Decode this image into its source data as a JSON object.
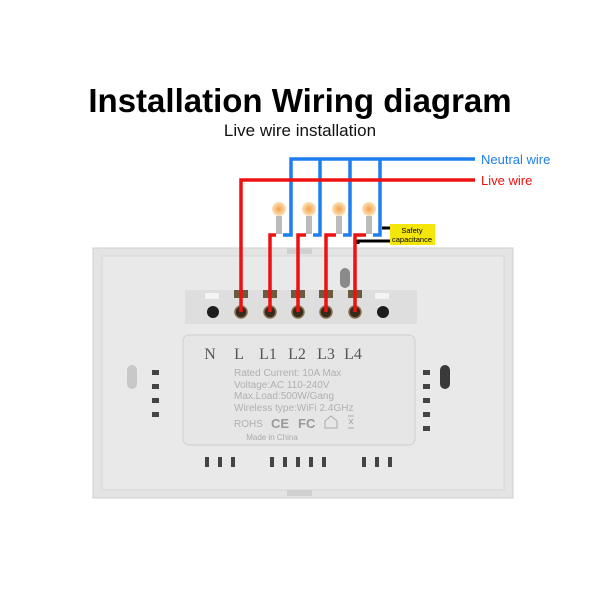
{
  "title": "Installation Wiring diagram",
  "subtitle": "Live wire installation",
  "wires": {
    "neutral": {
      "label": "Neutral wire",
      "color": "#1e7ff0"
    },
    "live": {
      "label": "Live wire",
      "color": "#ee1111"
    }
  },
  "capacitor_label": [
    "Safety",
    "capacitance"
  ],
  "terminals": [
    "N",
    "L",
    "L1",
    "L2",
    "L3",
    "L4"
  ],
  "specs": [
    "Rated Current: 10A Max",
    "Voltage:AC 110-240V",
    "Max.Load:500W/Gang",
    "Wireless type:WiFi 2.4GHz"
  ],
  "certifications": [
    "ROHS",
    "CE",
    "FC"
  ],
  "made_in": "Made in China",
  "bulb_count": 4
}
